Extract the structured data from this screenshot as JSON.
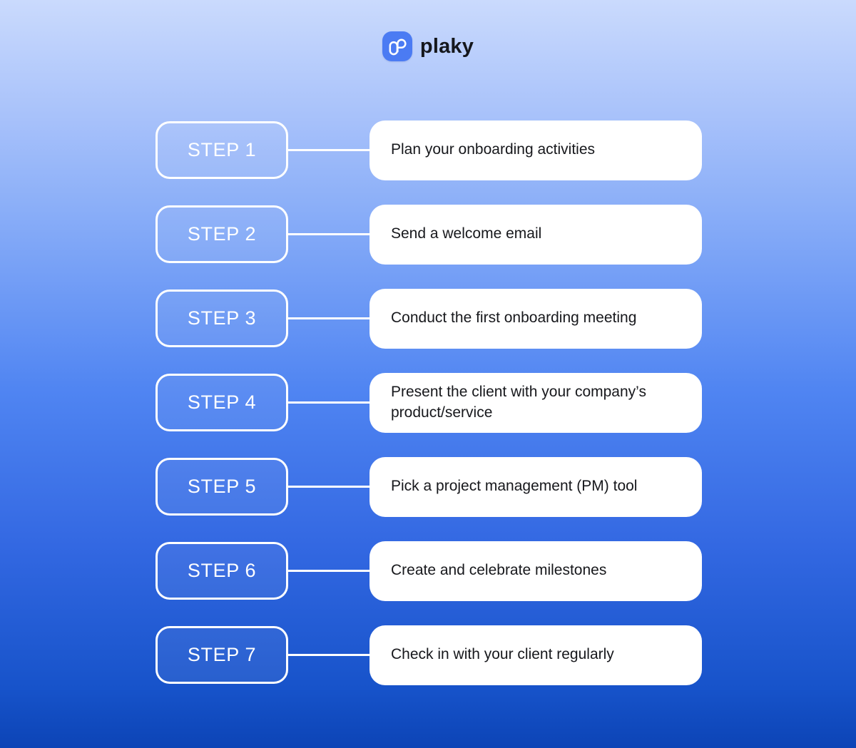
{
  "logo": {
    "text": "plaky",
    "icon": "plaky-mark",
    "icon_bg": "#4b7bf3",
    "icon_glyph_color": "#ffffff",
    "text_color": "#15171c"
  },
  "colors": {
    "background_top": "#cadafd",
    "background_mid": "#5085f2",
    "background_bottom": "#0c44b6",
    "step_box_border": "#ffffff",
    "step_box_text": "#ffffff",
    "connector": "#ffffff",
    "card_bg": "#ffffff",
    "card_text": "#17181c"
  },
  "steps": [
    {
      "label": "STEP 1",
      "description": "Plan your onboarding activities"
    },
    {
      "label": "STEP 2",
      "description": "Send a welcome email"
    },
    {
      "label": "STEP 3",
      "description": "Conduct the first onboarding meeting"
    },
    {
      "label": "STEP 4",
      "description": "Present the client with your company’s product/service"
    },
    {
      "label": "STEP 5",
      "description": "Pick a project management (PM) tool"
    },
    {
      "label": "STEP 6",
      "description": "Create and celebrate milestones"
    },
    {
      "label": "STEP 7",
      "description": "Check in with your client regularly"
    }
  ]
}
